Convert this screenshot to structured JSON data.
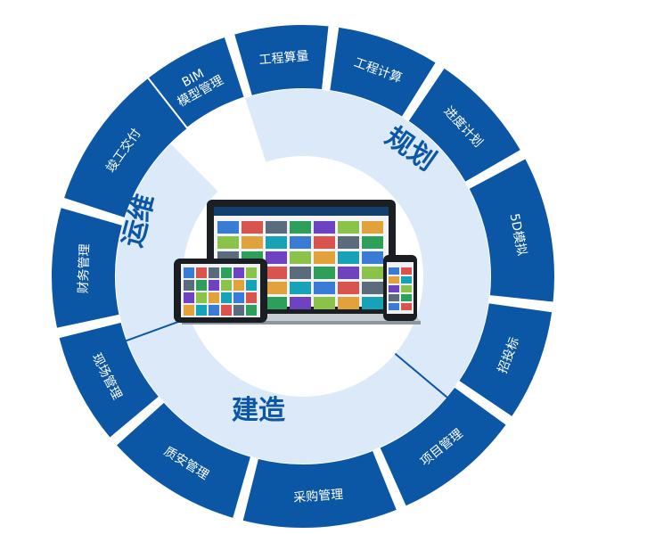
{
  "wheel": {
    "segments": [
      {
        "id": "bim",
        "lines": [
          "BIM",
          "模型管理"
        ]
      },
      {
        "id": "qty",
        "lines": [
          "工程算量"
        ]
      },
      {
        "id": "calc",
        "lines": [
          "工程计算"
        ]
      },
      {
        "id": "sched",
        "lines": [
          "进度计划"
        ]
      },
      {
        "id": "sim5d",
        "lines": [
          "5D模拟"
        ]
      },
      {
        "id": "bid",
        "lines": [
          "招投标"
        ]
      },
      {
        "id": "proj",
        "lines": [
          "项目管理"
        ]
      },
      {
        "id": "proc",
        "lines": [
          "采购管理"
        ]
      },
      {
        "id": "qs",
        "lines": [
          "质安管理"
        ]
      },
      {
        "id": "site",
        "lines": [
          "现场管理"
        ]
      },
      {
        "id": "fin",
        "lines": [
          "财务管理"
        ]
      },
      {
        "id": "hand",
        "lines": [
          "竣工交付"
        ]
      }
    ],
    "phases": [
      {
        "id": "plan",
        "label": "规划"
      },
      {
        "id": "build",
        "label": "建造"
      },
      {
        "id": "ops",
        "label": "运维"
      }
    ]
  },
  "colors": {
    "outer_ring": "#0b57a6",
    "divider": "#ffffff",
    "inner_ring": "#dbe9f8",
    "phase_text": "#0b57a6"
  },
  "devices": {
    "laptop": "laptop-dashboard",
    "tablet": "tablet-dashboard",
    "phone": "phone-dashboard"
  }
}
